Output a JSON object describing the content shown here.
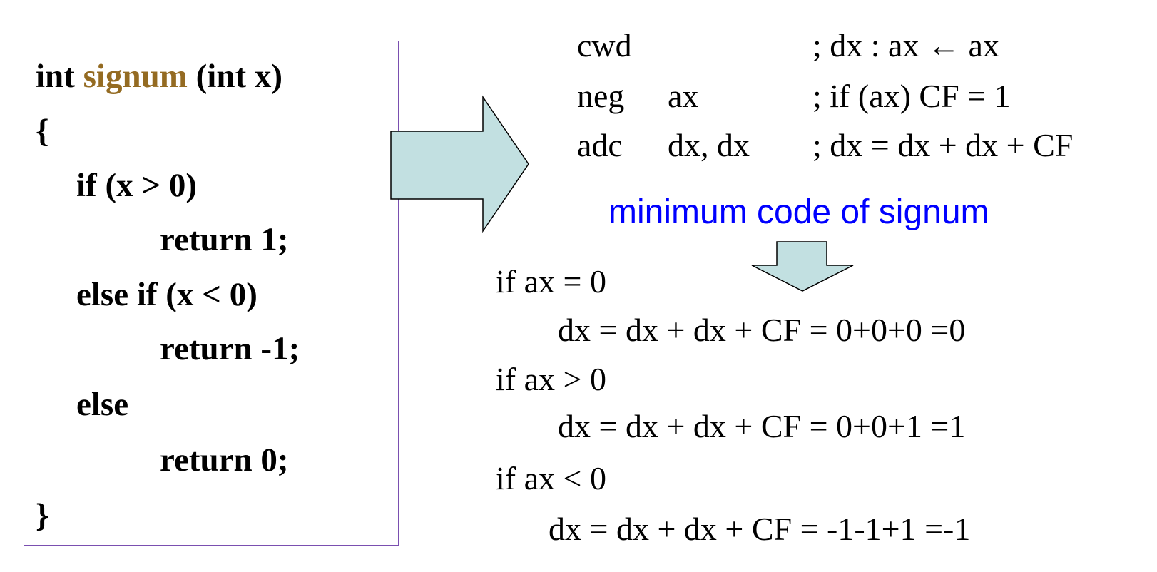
{
  "c_code": {
    "keyword_int": "int",
    "function_name": "signum",
    "signature_rest": "(int x)",
    "lines": [
      "{",
      "if (x > 0)",
      "return 1;",
      "else if (x < 0)",
      "return -1;",
      "else",
      "return 0;",
      "}"
    ]
  },
  "assembly": [
    {
      "op": "cwd",
      "args": "",
      "comment": "; dx : ax ← ax"
    },
    {
      "op": "neg",
      "args": "ax",
      "comment": "; if (ax) CF = 1"
    },
    {
      "op": "adc",
      "args": "dx, dx",
      "comment": "; dx = dx + dx + CF"
    }
  ],
  "caption": "minimum code of signum",
  "cases": [
    {
      "condition": "if ax = 0",
      "result": "dx = dx + dx + CF = 0+0+0 =0"
    },
    {
      "condition": "if ax > 0",
      "result": "dx = dx + dx + CF = 0+0+1 =1"
    },
    {
      "condition": "if ax < 0",
      "result": "dx = dx + dx + CF = -1-1+1 =-1"
    }
  ],
  "colors": {
    "function_name": "#946b22",
    "caption": "#0000ff",
    "arrow_fill": "#c2e0e1",
    "box_border": "#7a4fb0"
  }
}
